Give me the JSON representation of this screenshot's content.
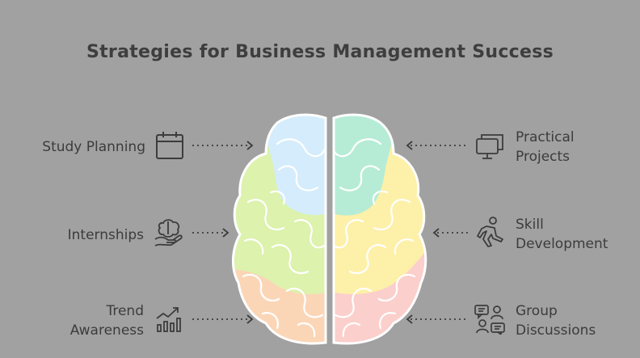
{
  "title": "Strategies for Business Management Success",
  "left_items": [
    {
      "label_lines": [
        "Study Planning"
      ],
      "icon": "calendar-icon"
    },
    {
      "label_lines": [
        "Internships"
      ],
      "icon": "brain-hand-icon"
    },
    {
      "label_lines": [
        "Trend",
        "Awareness"
      ],
      "icon": "trend-chart-icon"
    }
  ],
  "right_items": [
    {
      "label_lines": [
        "Practical",
        "Projects"
      ],
      "icon": "monitor-icon"
    },
    {
      "label_lines": [
        "Skill",
        "Development"
      ],
      "icon": "person-skill-icon"
    },
    {
      "label_lines": [
        "Group",
        "Discussions"
      ],
      "icon": "group-discussion-icon"
    }
  ],
  "colors": {
    "background": "#a1a1a1",
    "brain_top_left": "#d4ecfb",
    "brain_top_right": "#b6ecd6",
    "brain_middle_left": "#dcf2ad",
    "brain_middle_right": "#fdf0a8",
    "brain_bottom_left": "#fbd6b6",
    "brain_bottom_right": "#fbcfcc",
    "text": "#3c3c3c"
  }
}
